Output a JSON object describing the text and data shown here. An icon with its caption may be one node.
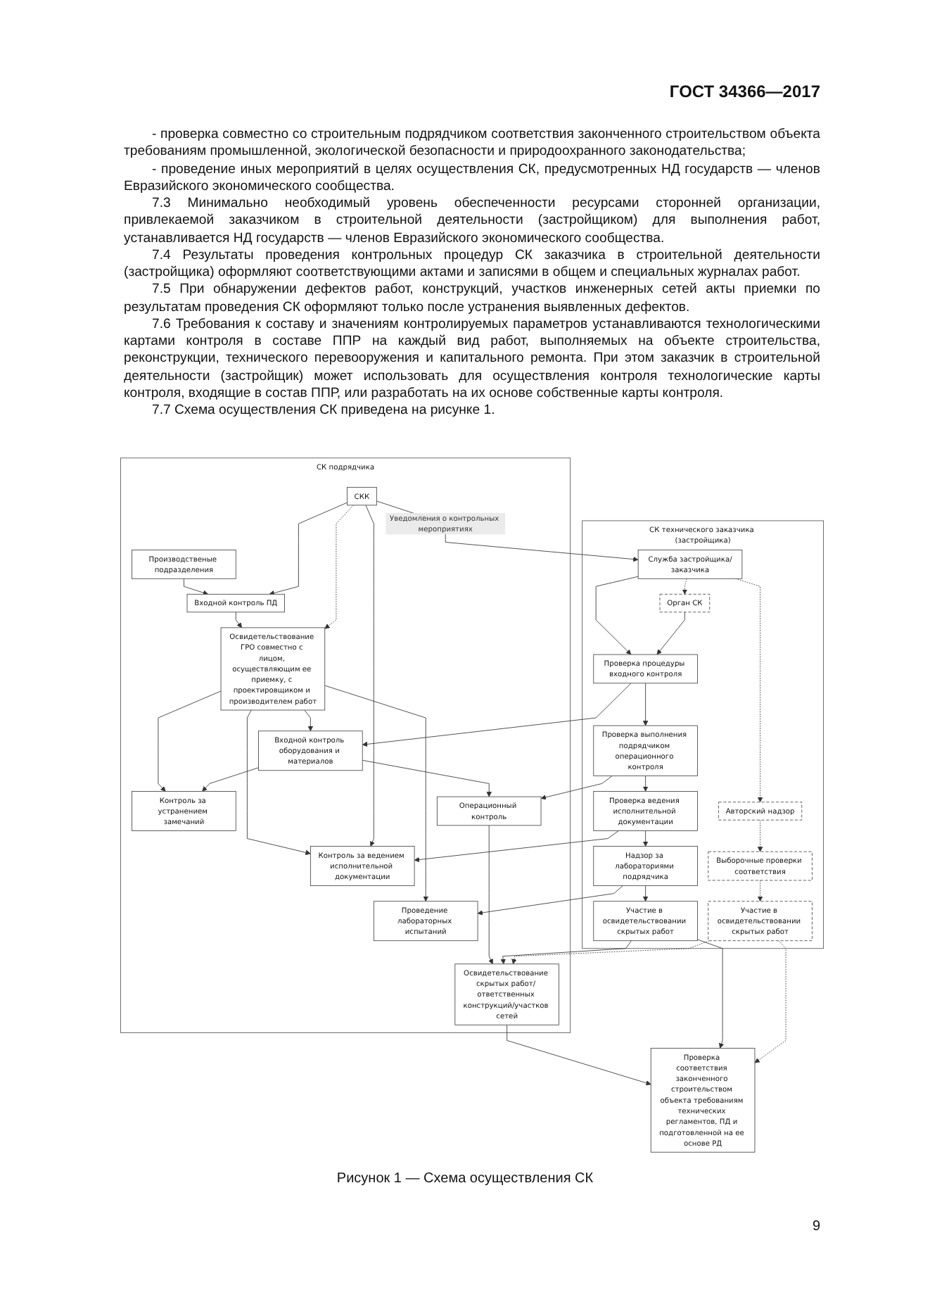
{
  "diagram": {
    "caption": "Рисунок 1 — Схема осуществления СК",
    "nodes": [
      {
        "text": [
          "СК подрядчика"
        ]
      },
      {
        "text": [
          "СКК"
        ],
        "in": 0
      },
      {
        "text": [
          "Производственые подразделения"
        ],
        "in": 0
      },
      {
        "text": [
          "Входной контроль ПД"
        ],
        "in": 0
      },
      {
        "text": [
          "Освидетельствование ГРО совместно с лицом, осуществляющим ее приемку, с проектировщиком и производителем работ"
        ],
        "in": 0
      },
      {
        "text": [
          "Контроль за устранением замечаний"
        ],
        "in": 0
      },
      {
        "text": [
          "Контроль за ведением исполнительной документации"
        ],
        "in": 0
      },
      {
        "text": [
          "Проведение лабораторных испытаний"
        ],
        "in": 0
      },
      {
        "text": [
          "Входной контроль оборудования и материалов"
        ],
        "in": 0
      },
      {
        "text": [
          "Операционный контроль"
        ],
        "in": 0
      },
      {
        "text": [
          "Освидетельствование скрытых работ/ ответственных конструкций/участков сетей"
        ],
        "in": 0
      },
      {
        "text": [
          "СК технического заказчика (застройщика)"
        ]
      },
      {
        "text": [
          "Служба застройщика/заказчика"
        ],
        "in": 11
      },
      {
        "text": [
          "Орган СК"
        ],
        "in": 11
      },
      {
        "text": [
          "Авторский надзор"
        ],
        "in": 11
      },
      {
        "text": [
          "Проверка процедуры входного контроля"
        ],
        "in": 11
      },
      {
        "text": [
          "Выборочные проверки соответствия"
        ],
        "in": 11
      },
      {
        "text": [
          "Проверка выполнения подрядчиком операционного контроля"
        ],
        "in": 11
      },
      {
        "text": [
          "Проверка ведения исполнительной документации"
        ],
        "in": 11
      },
      {
        "text": [
          "Надзор за лабораториями подрядчика"
        ],
        "in": 11
      },
      {
        "text": [
          "Участие в освидетельствовании скрытых работ"
        ],
        "in": 11
      },
      {
        "text": [
          "Участие в освидетельствовании скрытых работ"
        ],
        "in": 11
      },
      {
        "text": [
          "Проверка соответствия законченного строительством объекта требованиям технических регламентов, ПД и подготовленной на ее основе РД"
        ]
      }
    ],
    "edges": [
      {
        "from": 1,
        "to": 12,
        "arrow": "to",
        "label": "Уведомления о контрольных мероприятиях"
      },
      {
        "from": 2,
        "to": 3,
        "arrow": "to"
      },
      {
        "from": 1,
        "to": 3,
        "arrow": "to"
      },
      {
        "from": 3,
        "to": 4,
        "arrow": "to"
      },
      {
        "from": 1,
        "to": 4,
        "arrow": "to",
        "style": "dashed"
      },
      {
        "from": 4,
        "to": 5,
        "arrow": "to"
      },
      {
        "from": 4,
        "to": 6,
        "arrow": "to"
      },
      {
        "from": 4,
        "to": 7,
        "arrow": "to"
      },
      {
        "from": 4,
        "to": 8,
        "arrow": "to"
      },
      {
        "from": 1,
        "to": 6,
        "arrow": "to"
      },
      {
        "from": 8,
        "to": 9,
        "arrow": "to"
      },
      {
        "from": 9,
        "to": 10,
        "arrow": "to"
      },
      {
        "from": 12,
        "to": 13,
        "arrow": "to",
        "style": "dashed"
      },
      {
        "from": 12,
        "to": 14,
        "arrow": "to",
        "style": "dashed"
      },
      {
        "from": 12,
        "to": 15,
        "arrow": "to"
      },
      {
        "from": 13,
        "to": 15,
        "arrow": "to"
      },
      {
        "from": 14,
        "to": 16,
        "arrow": "to",
        "style": "dashed"
      },
      {
        "from": 15,
        "to": 17,
        "arrow": "to"
      },
      {
        "from": 17,
        "to": 18,
        "arrow": "to"
      },
      {
        "from": 18,
        "to": 19,
        "arrow": "to"
      },
      {
        "from": 19,
        "to": 21,
        "arrow": "to"
      },
      {
        "from": 16,
        "to": 20,
        "arrow": "to",
        "style": "dashed"
      },
      {
        "from": 15,
        "to": 8,
        "arrow": "to"
      },
      {
        "from": 17,
        "to": 9,
        "arrow": "to"
      },
      {
        "from": 21,
        "to": 10,
        "arrow": "to"
      },
      {
        "from": 20,
        "to": 10,
        "arrow": "to",
        "style": "dashed"
      },
      {
        "from": 18,
        "to": 6,
        "arrow": "to"
      },
      {
        "from": 19,
        "to": 7,
        "arrow": "to"
      },
      {
        "from": 8,
        "to": 5,
        "arrow": "to"
      },
      {
        "from": 10,
        "to": 22,
        "arrow": "to"
      },
      {
        "from": 21,
        "to": 22,
        "arrow": "to"
      },
      {
        "from": 20,
        "to": 22,
        "arrow": "to",
        "style": "dashed"
      }
    ],
    "labels": [
      "ГОСТ 34366—2017",
      "- проверка совместно со строительным подрядчиком соответствия законченного строительством объекта требованиям промышленной, экологической безопасности и природоохранного законодательства;",
      "- проведение иных мероприятий в целях осуществления СК, предусмотренных НД государств — членов Евразийского экономического сообщества.",
      "7.3 Минимально необходимый уровень обеспеченности ресурсами сторонней организации, привлекаемой заказчиком в строительной деятельности (застройщиком) для выполнения работ, устанавливается НД государств — членов Евразийского экономического сообщества.",
      "7.4 Результаты проведения контрольных процедур СК заказчика в строительной деятельности (застройщика) оформляют соответствующими актами и записями в общем и специальных журналах работ.",
      "7.5 При обнаружении дефектов работ, конструкций, участков инженерных сетей акты приемки по результатам проведения СК оформляют только после устранения выявленных дефектов.",
      "7.6 Требования к составу и значениям контролируемых параметров устанавливаются технологическими картами контроля в составе ППР на каждый вид работ, выполняемых на объекте строительства, реконструкции, технического перевооружения и капитального ремонта. При этом заказчик в строительной деятельности (застройщик) может использовать для осуществления контроля технологические карты контроля, входящие в состав ППР, или разработать на их основе собственные карты контроля.",
      "7.7 Схема осуществления СК приведена на рисунке 1.",
      "9"
    ]
  }
}
